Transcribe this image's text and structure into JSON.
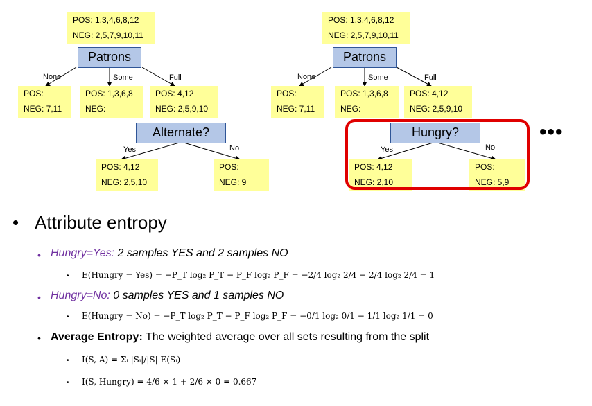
{
  "left_tree": {
    "root": {
      "pos": "POS: 1,3,4,6,8,12",
      "neg": "NEG: 2,5,7,9,10,11"
    },
    "root_node": "Patrons",
    "edges": [
      "None",
      "Some",
      "Full"
    ],
    "leaves": [
      {
        "pos": "POS:",
        "neg": "NEG: 7,11"
      },
      {
        "pos": "POS: 1,3,6,8",
        "neg": "NEG:"
      },
      {
        "pos": "POS: 4,12",
        "neg": "NEG: 2,5,9,10"
      }
    ],
    "sub_node": "Alternate?",
    "sub_edges": [
      "Yes",
      "No"
    ],
    "sub_leaves": [
      {
        "pos": "POS: 4,12",
        "neg": "NEG: 2,5,10"
      },
      {
        "pos": "POS:",
        "neg": "NEG: 9"
      }
    ]
  },
  "right_tree": {
    "root": {
      "pos": "POS: 1,3,4,6,8,12",
      "neg": "NEG: 2,5,7,9,10,11"
    },
    "root_node": "Patrons",
    "edges": [
      "None",
      "Some",
      "Full"
    ],
    "leaves": [
      {
        "pos": "POS:",
        "neg": "NEG: 7,11"
      },
      {
        "pos": "POS: 1,3,6,8",
        "neg": "NEG:"
      },
      {
        "pos": "POS: 4,12",
        "neg": "NEG: 2,5,9,10"
      }
    ],
    "sub_node": "Hungry?",
    "sub_edges": [
      "Yes",
      "No"
    ],
    "sub_leaves": [
      {
        "pos": "POS: 4,12",
        "neg": "NEG: 2,10"
      },
      {
        "pos": "POS:",
        "neg": "NEG: 5,9"
      }
    ]
  },
  "ellipsis": "•••",
  "section_title": "Attribute entropy",
  "items": {
    "hungry_yes_label": "Hungry=Yes:",
    "hungry_yes_text": "2 samples YES and 2 samples NO",
    "formula_yes": "E(Hungry = Yes) = −P_T log₂ P_T − P_F log₂ P_F = −2/4 log₂ 2/4 − 2/4 log₂ 2/4 = 1",
    "hungry_no_label": "Hungry=No:",
    "hungry_no_text": "0 samples YES and 1 samples NO",
    "formula_no": "E(Hungry = No) = −P_T log₂ P_T − P_F log₂ P_F = −0/1 log₂ 0/1 − 1/1 log₂ 1/1 = 0",
    "avg_label": "Average Entropy:",
    "avg_text": "The weighted average over all sets resulting from the split",
    "formula_avg_def": "I(S, A) = Σᵢ |Sᵢ|/|S| E(Sᵢ)",
    "formula_avg_val": "I(S, Hungry) = 4/6 × 1 + 2/6 × 0 = 0.667"
  }
}
